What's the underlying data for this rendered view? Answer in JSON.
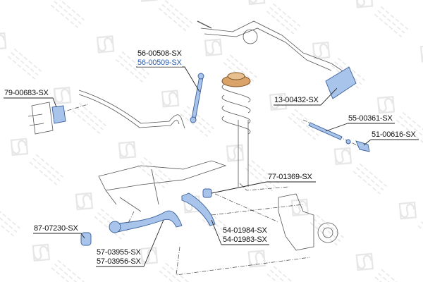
{
  "watermark": "STELLOX",
  "colors": {
    "part_fill": "#a9c4ea",
    "part_stroke": "#3a5f9a",
    "highlight_label": "#2a62b8",
    "spring_top": "#d9a36a",
    "line": "#333333"
  },
  "labels": {
    "stab_link_1": "56-00508-SX",
    "stab_link_2": "56-00509-SX",
    "stab_bushing": "79-00683-SX",
    "steering_boot": "13-00432-SX",
    "tie_rod": "55-00361-SX",
    "tie_rod_end": "51-00616-SX",
    "arm_bushing": "77-01369-SX",
    "lower_bushing": "87-07230-SX",
    "tension_arm_1": "54-01984-SX",
    "tension_arm_2": "54-01983-SX",
    "control_arm_1": "57-03955-SX",
    "control_arm_2": "57-03956-SX"
  }
}
